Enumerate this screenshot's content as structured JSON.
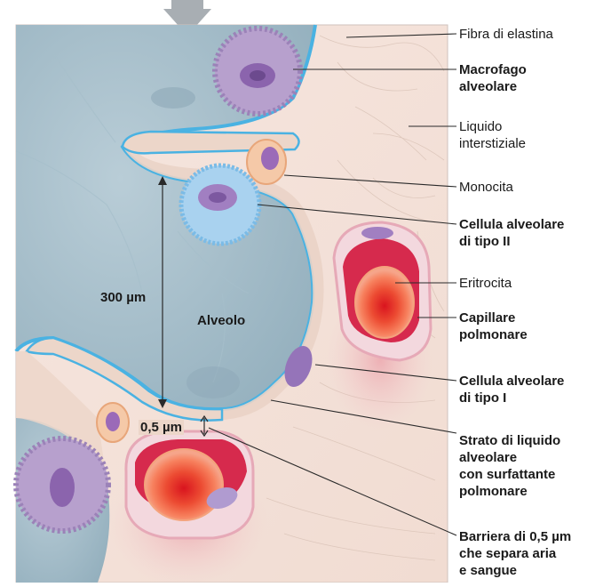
{
  "labels": {
    "fibra": "Fibra di elastina",
    "macrofago": [
      "Macrofago",
      "alveolare"
    ],
    "liquido": [
      "Liquido",
      "interstiziale"
    ],
    "monocita": "Monocita",
    "cellula2": [
      "Cellula alveolare",
      "di tipo II"
    ],
    "eritrocita": "Eritrocita",
    "capillare": [
      "Capillare",
      "polmonare"
    ],
    "cellula1": [
      "Cellula alveolare",
      "di tipo I"
    ],
    "strato": [
      "Strato di liquido",
      "alveolare",
      "con surfattante",
      "polmonare"
    ],
    "barriera": [
      "Barriera di 0,5 µm",
      "che separa aria",
      "e sangue"
    ]
  },
  "inner": {
    "dist300": "300 µm",
    "alveolo": "Alveolo",
    "dist05": "0,5 µm"
  },
  "colors": {
    "alveolus": "#9cb7c4",
    "alveolus_light": "#b7ccd6",
    "tissue": "#f3e3dc",
    "membrane": "#4ab2e2",
    "wall": "#ead3c6",
    "macrophage": "#b7a0cd",
    "nucleus": "#8b64ad",
    "rbc": "#e9473a",
    "capillary": "#d9314e"
  }
}
